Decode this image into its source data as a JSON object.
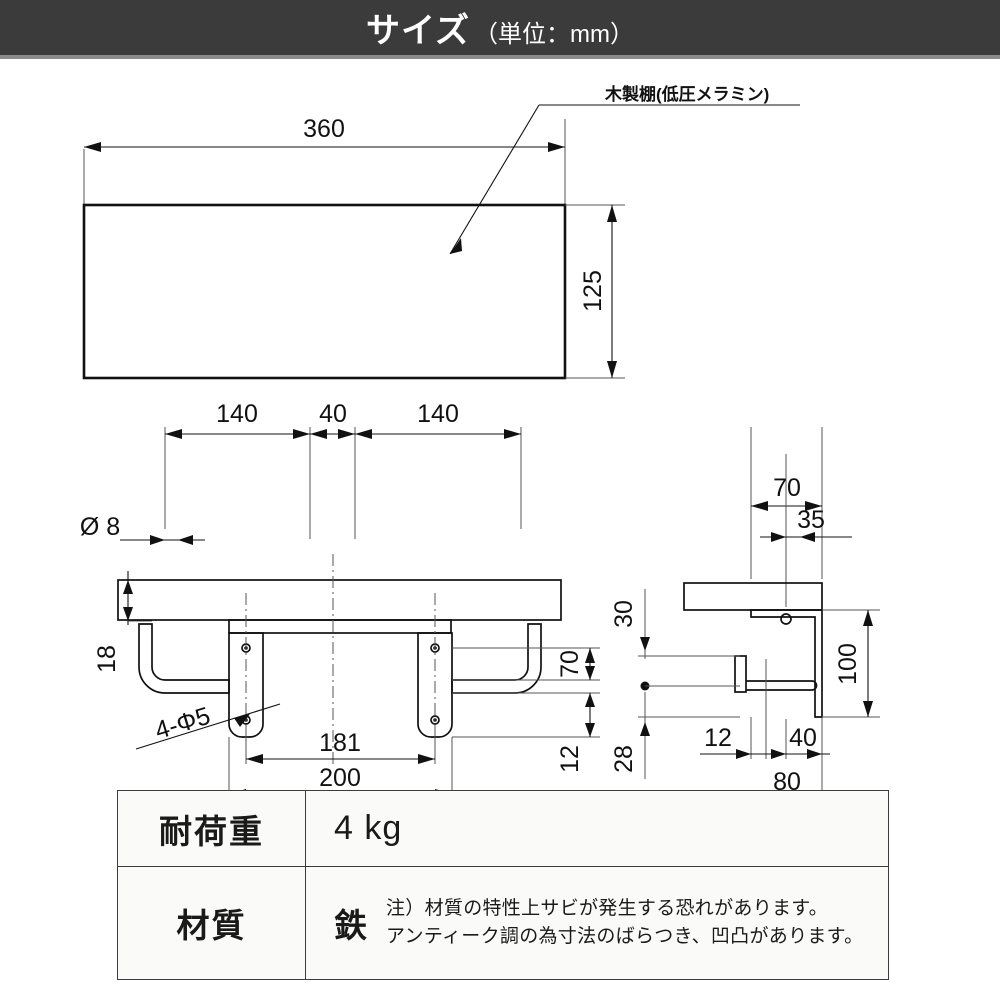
{
  "header": {
    "title": "サイズ",
    "unit": "（単位：mm）"
  },
  "callouts": {
    "shelf_material": "木製棚(低圧メラミン)"
  },
  "top_view": {
    "width": "360",
    "depth": "125"
  },
  "front_view": {
    "left_span": "140",
    "center_span": "40",
    "right_span": "140",
    "hole_dia_top": "Ø 8",
    "thickness": "18",
    "hole_dia_plate": "4-Φ5",
    "bar_drop": "70",
    "tail": "12",
    "bracket_pitch": "181",
    "plate_width": "200"
  },
  "side_view": {
    "depth_total": "70",
    "depth_mid": "35",
    "top_offset": "30",
    "height_total": "100",
    "bottom_offset": "28",
    "foot_short": "12",
    "foot_mid": "40",
    "foot_total": "80"
  },
  "spec": {
    "rows": [
      {
        "label": "耐荷重",
        "value": "4 kg",
        "material": "",
        "notes": []
      },
      {
        "label": "材質",
        "value": "",
        "material": "鉄",
        "notes": [
          "注）材質の特性上サビが発生する恐れがあります。",
          "アンティーク調の為寸法のばらつき、凹凸があります。"
        ]
      }
    ]
  },
  "colors": {
    "header_bg": "#3b3b3b",
    "header_text": "#ffffff",
    "line": "#111111",
    "table_bg": "#fafaf8",
    "table_border": "#3c3c3c"
  }
}
